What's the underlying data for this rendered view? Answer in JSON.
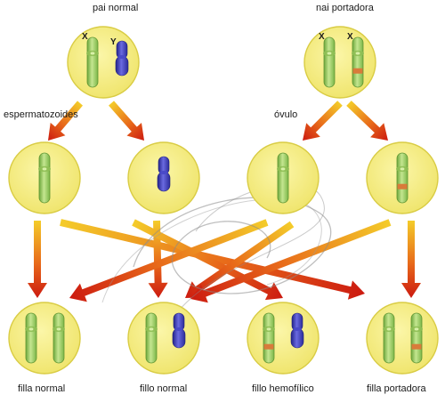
{
  "labels": {
    "father": "pai normal",
    "mother": "nai portadora",
    "sperm": "espermatozoides",
    "egg": "óvulo",
    "daughter_normal": "filla normal",
    "son_normal": "fillo normal",
    "son_hemophilic": "fillo hemofílico",
    "daughter_carrier": "filla portadora",
    "x_mark": "X",
    "y_mark": "Y"
  },
  "colors": {
    "cell_fill": "#f6ee7e",
    "cell_edge": "#d9cc44",
    "x_chromosome": "#9ccc62",
    "y_chromosome": "#3b3bb0",
    "hemophilia_band": "#d97b3a",
    "arrow_light": "#f4cc2a",
    "arrow_dark": "#cc1a10"
  }
}
